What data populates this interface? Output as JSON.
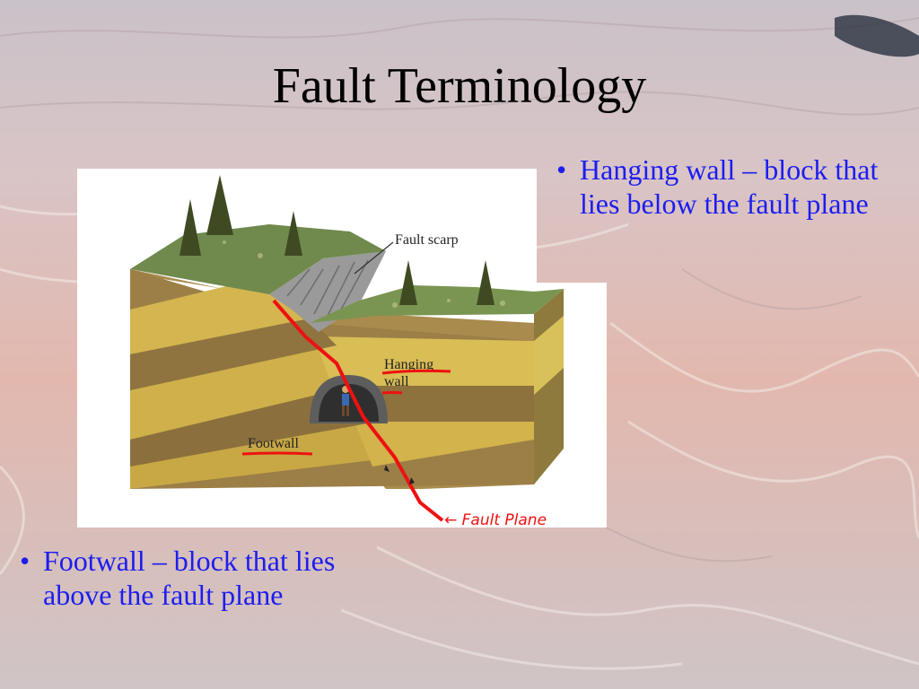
{
  "slide": {
    "title": "Fault Terminology",
    "bullets_right": [
      "Hanging wall – block that lies below the fault plane"
    ],
    "bullets_left": [
      "Footwall – block that lies above the fault plane"
    ]
  },
  "diagram": {
    "labels": {
      "fault_scarp": "Fault scarp",
      "hanging_wall_1": "Hanging",
      "hanging_wall_2": "wall",
      "footwall": "Footwall",
      "annotation": "← Fault Plane"
    }
  },
  "colors": {
    "bullet_text": "#1d1df0",
    "annotation": "#ee1111",
    "title": "#000000"
  }
}
